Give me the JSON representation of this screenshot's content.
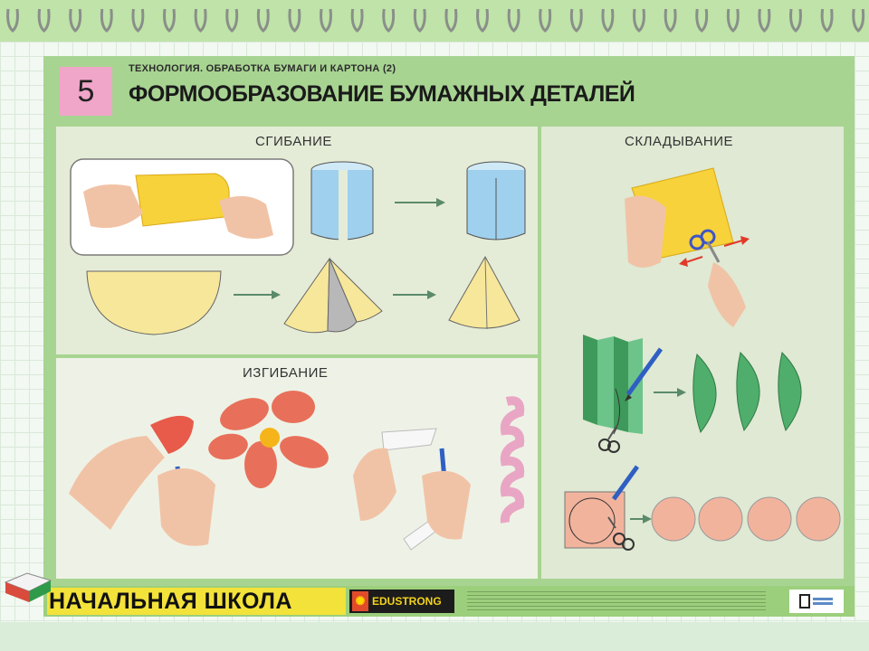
{
  "poster": {
    "number": "5",
    "subtitle": "ТЕХНОЛОГИЯ. ОБРАБОТКА БУМАГИ И КАРТОНА (2)",
    "title": "ФОРМООБРАЗОВАНИЕ БУМАЖНЫХ ДЕТАЛЕЙ"
  },
  "sections": {
    "bending_fold": "СГИБАНИЕ",
    "folding": "СКЛАДЫВАНИЕ",
    "curving": "ИЗГИБАНИЕ"
  },
  "footer": {
    "school": "НАЧАЛЬНАЯ ШКОЛА",
    "brand": "EDUSTRONG"
  },
  "colors": {
    "poster_green": "#a8d492",
    "paper_yellow": "#f6e79a",
    "cylinder_blue": "#9fd0ee",
    "fold_yellow": "#f7d23a",
    "green_paper": "#4fae6b",
    "pink_circle": "#f2b39d",
    "flower_red": "#e85a4a",
    "number_pink": "#f0a6c8"
  },
  "icons": [
    "ring-icon",
    "arrow-right-icon",
    "scissors-icon",
    "pencil-icon",
    "hand-icon",
    "book-icon"
  ]
}
